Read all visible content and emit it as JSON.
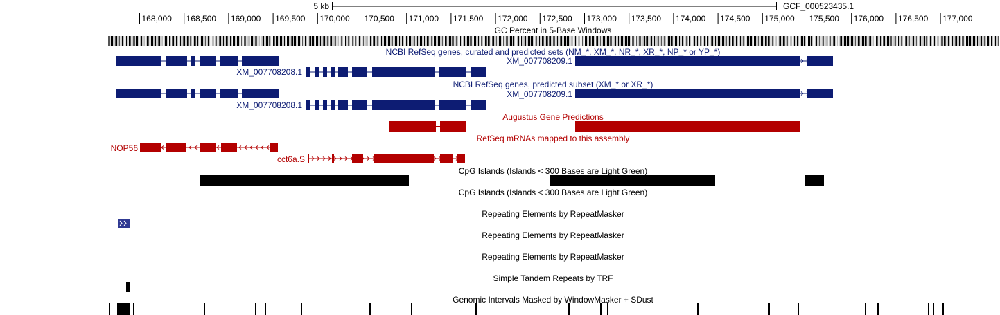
{
  "scale_bar": {
    "label": "5 kb",
    "assembly": "GCF_000523435.1"
  },
  "ruler": {
    "ticks": [
      "168,000",
      "168,500",
      "169,000",
      "169,500",
      "170,000",
      "170,500",
      "171,000",
      "171,500",
      "172,000",
      "172,500",
      "173,000",
      "173,500",
      "174,000",
      "174,500",
      "175,000",
      "175,500",
      "176,000",
      "176,500",
      "177,000"
    ]
  },
  "tracks": {
    "gc_percent": {
      "title": "GC Percent in 5-Base Windows"
    },
    "refseq_curated": {
      "title": "NCBI RefSeq genes, curated and predicted sets (NM_*, XM_*, NR_*, XR_*, NP_* or YP_*)",
      "gene_left": "XM_007708208.1",
      "gene_right": "XM_007708209.1",
      "color": "#0d1c73"
    },
    "refseq_predicted": {
      "title": "NCBI RefSeq genes, predicted subset (XM_* or XR_*)",
      "gene_left": "XM_007708208.1",
      "gene_right": "XM_007708209.1",
      "color": "#0d1c73"
    },
    "augustus": {
      "title": "Augustus Gene Predictions",
      "color": "#b30000"
    },
    "refseq_mrna": {
      "title": "RefSeq mRNAs mapped to this assembly",
      "gene_left": "NOP56",
      "gene_right": "cct6a.S",
      "color": "#b30000"
    },
    "cpg1": {
      "title": "CpG Islands (Islands < 300 Bases are Light Green)"
    },
    "cpg2": {
      "title": "CpG Islands (Islands < 300 Bases are Light Green)"
    },
    "repeat1": {
      "title": "Repeating Elements by RepeatMasker"
    },
    "repeat2": {
      "title": "Repeating Elements by RepeatMasker"
    },
    "repeat3": {
      "title": "Repeating Elements by RepeatMasker"
    },
    "trf": {
      "title": "Simple Tandem Repeats by TRF"
    },
    "windowmasker": {
      "title": "Genomic Intervals Masked by WindowMasker + SDust"
    }
  }
}
